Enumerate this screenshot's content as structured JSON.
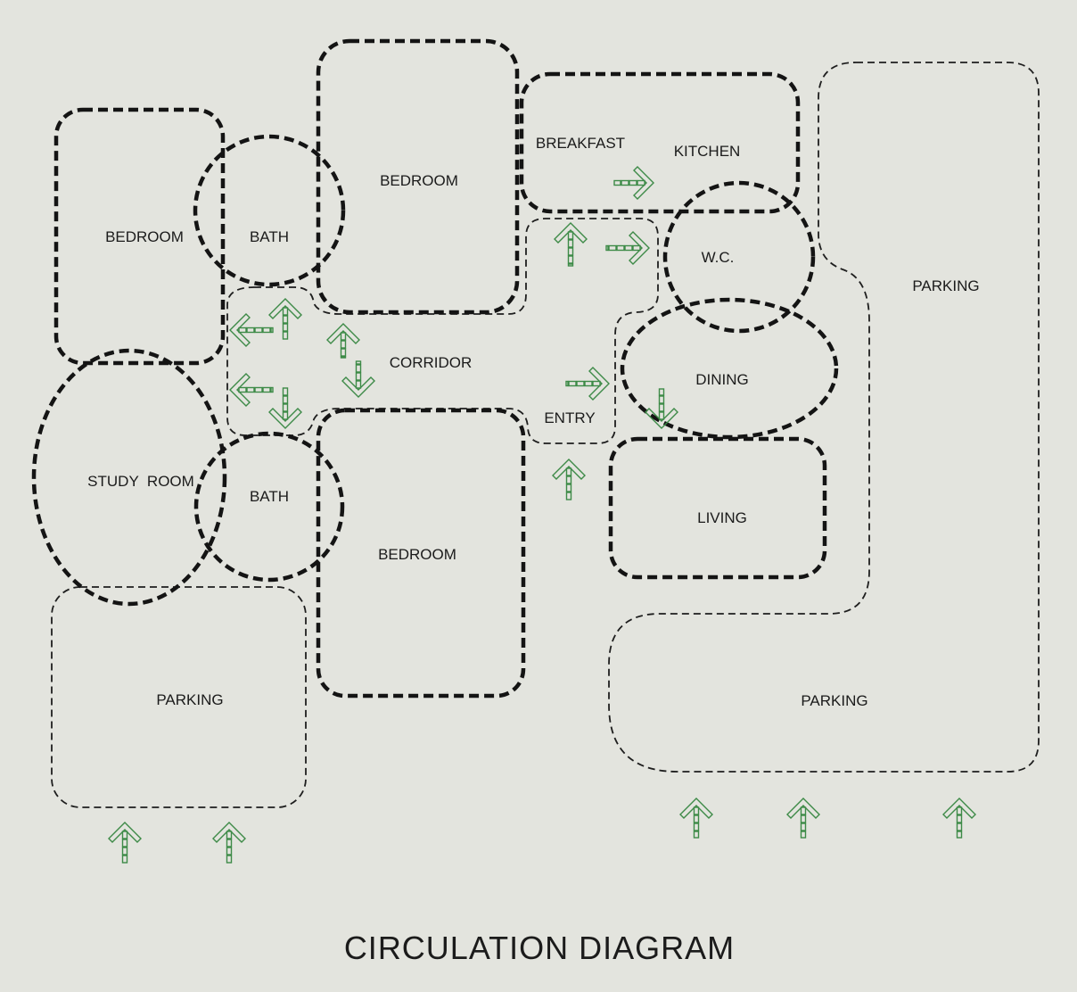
{
  "title": "CIRCULATION DIAGRAM",
  "spaces": {
    "bedroom_left": "BEDROOM",
    "bath_top": "BATH",
    "bedroom_top": "BEDROOM",
    "breakfast": "BREAKFAST",
    "kitchen": "KITCHEN",
    "wc": "W.C.",
    "corridor": "CORRIDOR",
    "entry": "ENTRY",
    "dining": "DINING",
    "study_room": "STUDY  ROOM",
    "bath_bottom": "BATH",
    "bedroom_bottom": "BEDROOM",
    "living": "LIVING",
    "parking_left": "PARKING",
    "parking_right_top": "PARKING",
    "parking_right_bottom": "PARKING"
  },
  "colors": {
    "background": "#e3e4de",
    "line": "#141414",
    "arrow": "#3d8a47"
  }
}
